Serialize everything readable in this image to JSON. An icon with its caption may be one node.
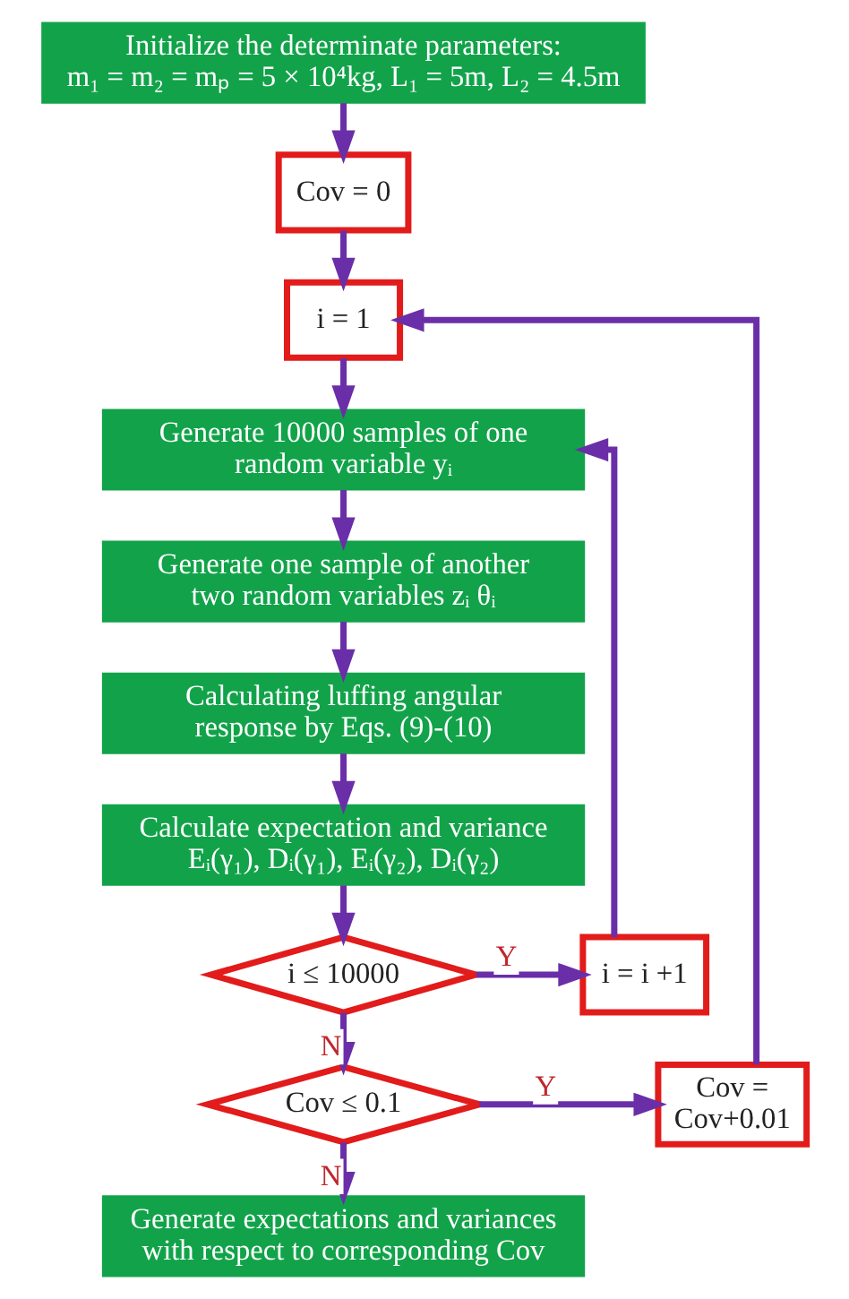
{
  "diagram": {
    "nodes": [
      {
        "text": [
          "Initialize the determinate parameters:",
          "m₁ = m₂ = mₚ = 5 × 10⁴kg, L₁ = 5m, L₂ = 4.5m"
        ]
      },
      {
        "text": [
          "Cov = 0"
        ]
      },
      {
        "text": [
          "i = 1"
        ]
      },
      {
        "text": [
          "Generate 10000 samples of one random variable yᵢ"
        ]
      },
      {
        "text": [
          "Generate one sample of another two random variables zᵢ θᵢ"
        ]
      },
      {
        "text": [
          "Calculating luffing angular response by Eqs. (9)-(10)"
        ]
      },
      {
        "text": [
          "Calculate expectation and variance",
          "Eᵢ(γ₁), Dᵢ(γ₁), Eᵢ(γ₂), Dᵢ(γ₂)"
        ]
      },
      {
        "text": [
          "i ≤ 10000"
        ]
      },
      {
        "text": [
          "Cov ≤ 0.1"
        ]
      },
      {
        "text": [
          "Generate expectations and variances with respect to corresponding Cov"
        ]
      },
      {
        "text": [
          "i = i +1"
        ]
      },
      {
        "text": [
          "Cov = Cov+0.01"
        ]
      }
    ],
    "edges": [
      {
        "from": 0,
        "to": 1,
        "arrow": "to"
      },
      {
        "from": 1,
        "to": 2,
        "arrow": "to"
      },
      {
        "from": 2,
        "to": 3,
        "arrow": "to"
      },
      {
        "from": 3,
        "to": 4,
        "arrow": "to"
      },
      {
        "from": 4,
        "to": 5,
        "arrow": "to"
      },
      {
        "from": 5,
        "to": 6,
        "arrow": "to"
      },
      {
        "from": 6,
        "to": 7,
        "arrow": "to"
      },
      {
        "from": 7,
        "to": 10,
        "arrow": "to",
        "label": "Y"
      },
      {
        "from": 10,
        "to": 3,
        "arrow": "to"
      },
      {
        "from": 7,
        "to": 8,
        "arrow": "to",
        "label": "N"
      },
      {
        "from": 8,
        "to": 11,
        "arrow": "to",
        "label": "Y"
      },
      {
        "from": 11,
        "to": 2,
        "arrow": "to"
      },
      {
        "from": 8,
        "to": 9,
        "arrow": "to",
        "label": "N"
      }
    ]
  }
}
